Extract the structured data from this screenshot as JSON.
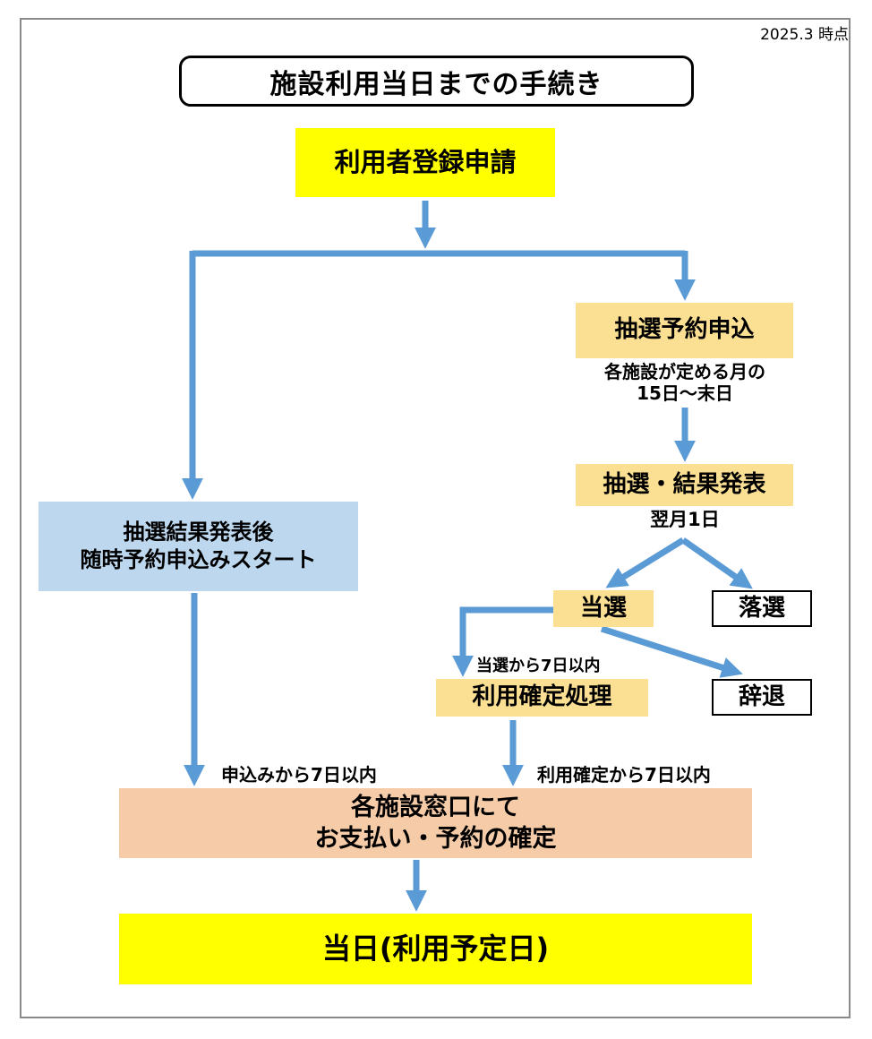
{
  "timestamp": "2025.3 時点",
  "title": "施設利用当日までの手続き",
  "colors": {
    "arrow": "#5B9BD5",
    "highlight_yellow": "#FFFF00",
    "process_orange": "#FBE094",
    "info_blue": "#BDD7EE",
    "payment_pink": "#F5CBA8",
    "frame_gray": "#8a8a8a"
  },
  "nodes": {
    "registration": {
      "label": "利用者登録申請"
    },
    "random_reservation": {
      "label": "抽選結果発表後\n随時予約申込みスタート"
    },
    "lottery_apply": {
      "label": "抽選予約申込",
      "note": "各施設が定める月の\n15日～末日"
    },
    "lottery_result": {
      "label": "抽選・結果発表",
      "note": "翌月1日"
    },
    "win": {
      "label": "当選"
    },
    "lose": {
      "label": "落選"
    },
    "confirm": {
      "label": "利用確定処理",
      "note": "当選から7日以内"
    },
    "decline": {
      "label": "辞退"
    },
    "payment": {
      "label": "各施設窓口にて\nお支払い・予約の確定"
    },
    "final": {
      "label": "当日(利用予定日)"
    }
  },
  "annotations": {
    "left_deadline": "申込みから7日以内",
    "right_deadline": "利用確定から7日以内"
  }
}
